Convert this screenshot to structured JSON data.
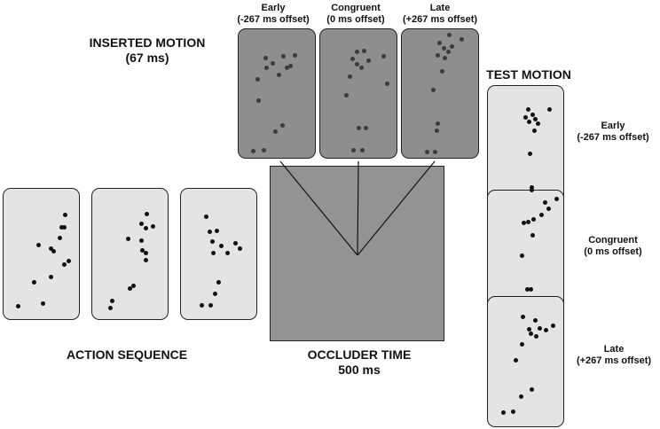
{
  "labels": {
    "inserted_motion": [
      "INSERTED MOTION",
      "(67 ms)"
    ],
    "test_motion": "TEST MOTION",
    "action_sequence": "ACTION SEQUENCE",
    "occluder_time": [
      "OCCLUDER TIME",
      "500 ms"
    ]
  },
  "inserted_headers": [
    [
      "Early",
      "(-267 ms offset)"
    ],
    [
      "Congruent",
      "(0 ms offset)"
    ],
    [
      "Late",
      "(+267 ms offset)"
    ]
  ],
  "test_labels": [
    [
      "Early",
      "(-267 ms offset)"
    ],
    [
      "Congruent",
      "(0 ms offset)"
    ],
    [
      "Late",
      "(+267 ms offset)"
    ]
  ],
  "colors": {
    "light_panel": "#e4e4e4",
    "dark_panel": "#8e8e8e",
    "occluder": "#939393",
    "dot": "#111111"
  }
}
